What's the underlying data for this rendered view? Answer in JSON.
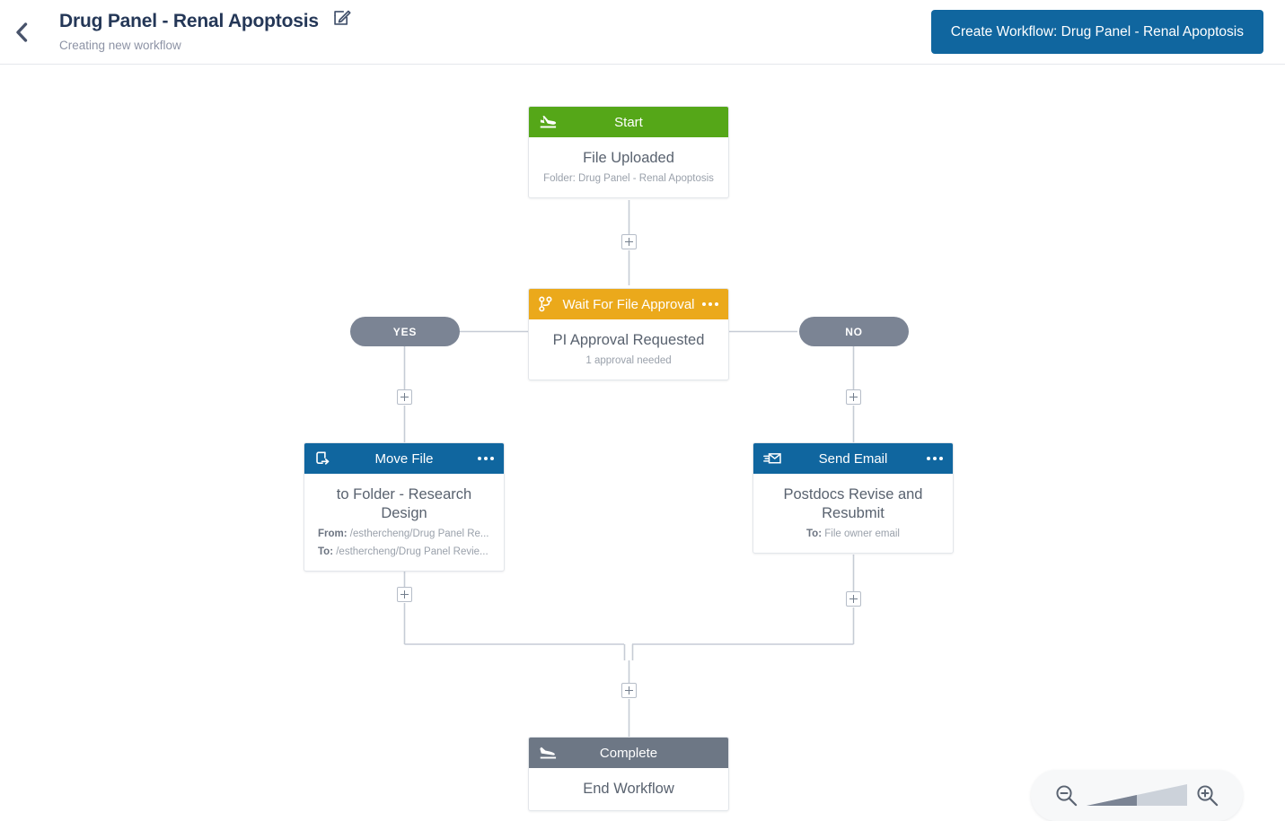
{
  "header": {
    "back_icon": "chevron-left-icon",
    "title": "Drug Panel - Renal Apoptosis",
    "edit_icon": "edit-pencil-square-icon",
    "subtitle": "Creating new workflow",
    "create_button": "Create Workflow: Drug Panel - Renal Apoptosis",
    "accent_color": "#10669f"
  },
  "nodes": {
    "start": {
      "header_label": "Start",
      "icon": "plane-takeoff-icon",
      "color": "#55a718",
      "main": "File Uploaded",
      "sub": "Folder: Drug Panel - Renal Apoptosis"
    },
    "approval": {
      "header_label": "Wait For File Approval",
      "icon": "code-branch-icon",
      "menu_icon": "ellipsis-icon",
      "color": "#eba91b",
      "main": "PI Approval Requested",
      "sub": "1 approval needed"
    },
    "move_file": {
      "header_label": "Move File",
      "icon": "move-file-arrow-icon",
      "menu_icon": "ellipsis-icon",
      "color": "#10669f",
      "main": "to Folder - Research Design",
      "from_label": "From:",
      "from_value": "/esthercheng/Drug Panel Re...",
      "to_label": "To:",
      "to_value": "/esthercheng/Drug Panel Revie..."
    },
    "send_email": {
      "header_label": "Send Email",
      "icon": "envelope-send-icon",
      "menu_icon": "ellipsis-icon",
      "color": "#10669f",
      "main": "Postdocs Revise and Resubmit",
      "to_label": "To:",
      "to_value": "File owner email"
    },
    "complete": {
      "header_label": "Complete",
      "icon": "plane-landing-icon",
      "color": "#6d7785",
      "main": "End Workflow"
    }
  },
  "branches": {
    "yes_label": "YES",
    "no_label": "NO",
    "pill_color": "#7b8494"
  },
  "connectors": {
    "add_icon": "plus-icon",
    "add_label": "+"
  },
  "zoom_control": {
    "zoom_out_icon": "magnifier-minus-icon",
    "zoom_in_icon": "magnifier-plus-icon",
    "slider_icon": "zoom-wedge-slider",
    "fill_percent": 50
  }
}
